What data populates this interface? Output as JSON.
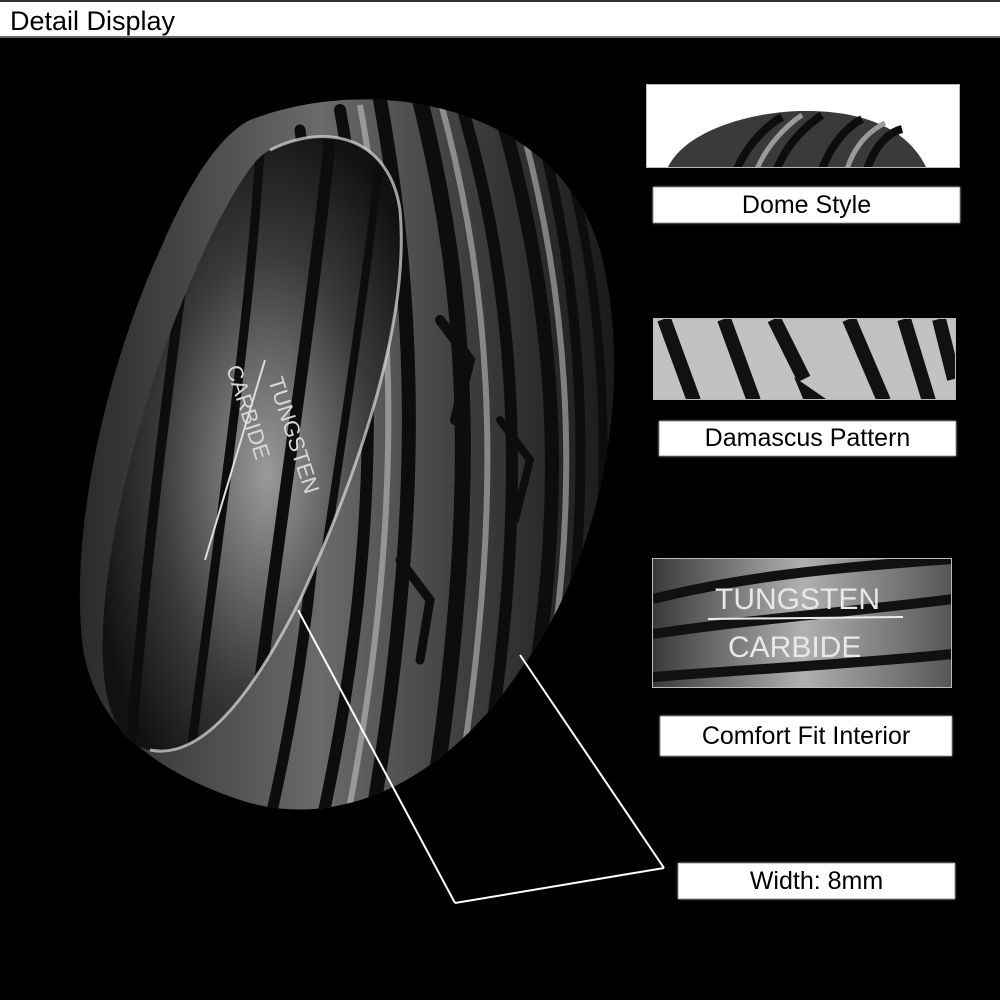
{
  "header": {
    "title": "Detail Display"
  },
  "product": {
    "engraving_line1": "TUNGSTEN",
    "engraving_line2": "CARBIDE"
  },
  "features": [
    {
      "label": "Dome Style",
      "thumb": "dome-closeup"
    },
    {
      "label": "Damascus Pattern",
      "thumb": "pattern-closeup"
    },
    {
      "label": "Comfort Fit Interior",
      "thumb": "interior-closeup"
    },
    {
      "label": "Width: 8mm",
      "thumb": ""
    }
  ],
  "colors": {
    "background": "#000000",
    "label_bg": "#ffffff",
    "label_text": "#000000",
    "metal_light": "#b8b8b8",
    "metal_dark": "#141414"
  }
}
